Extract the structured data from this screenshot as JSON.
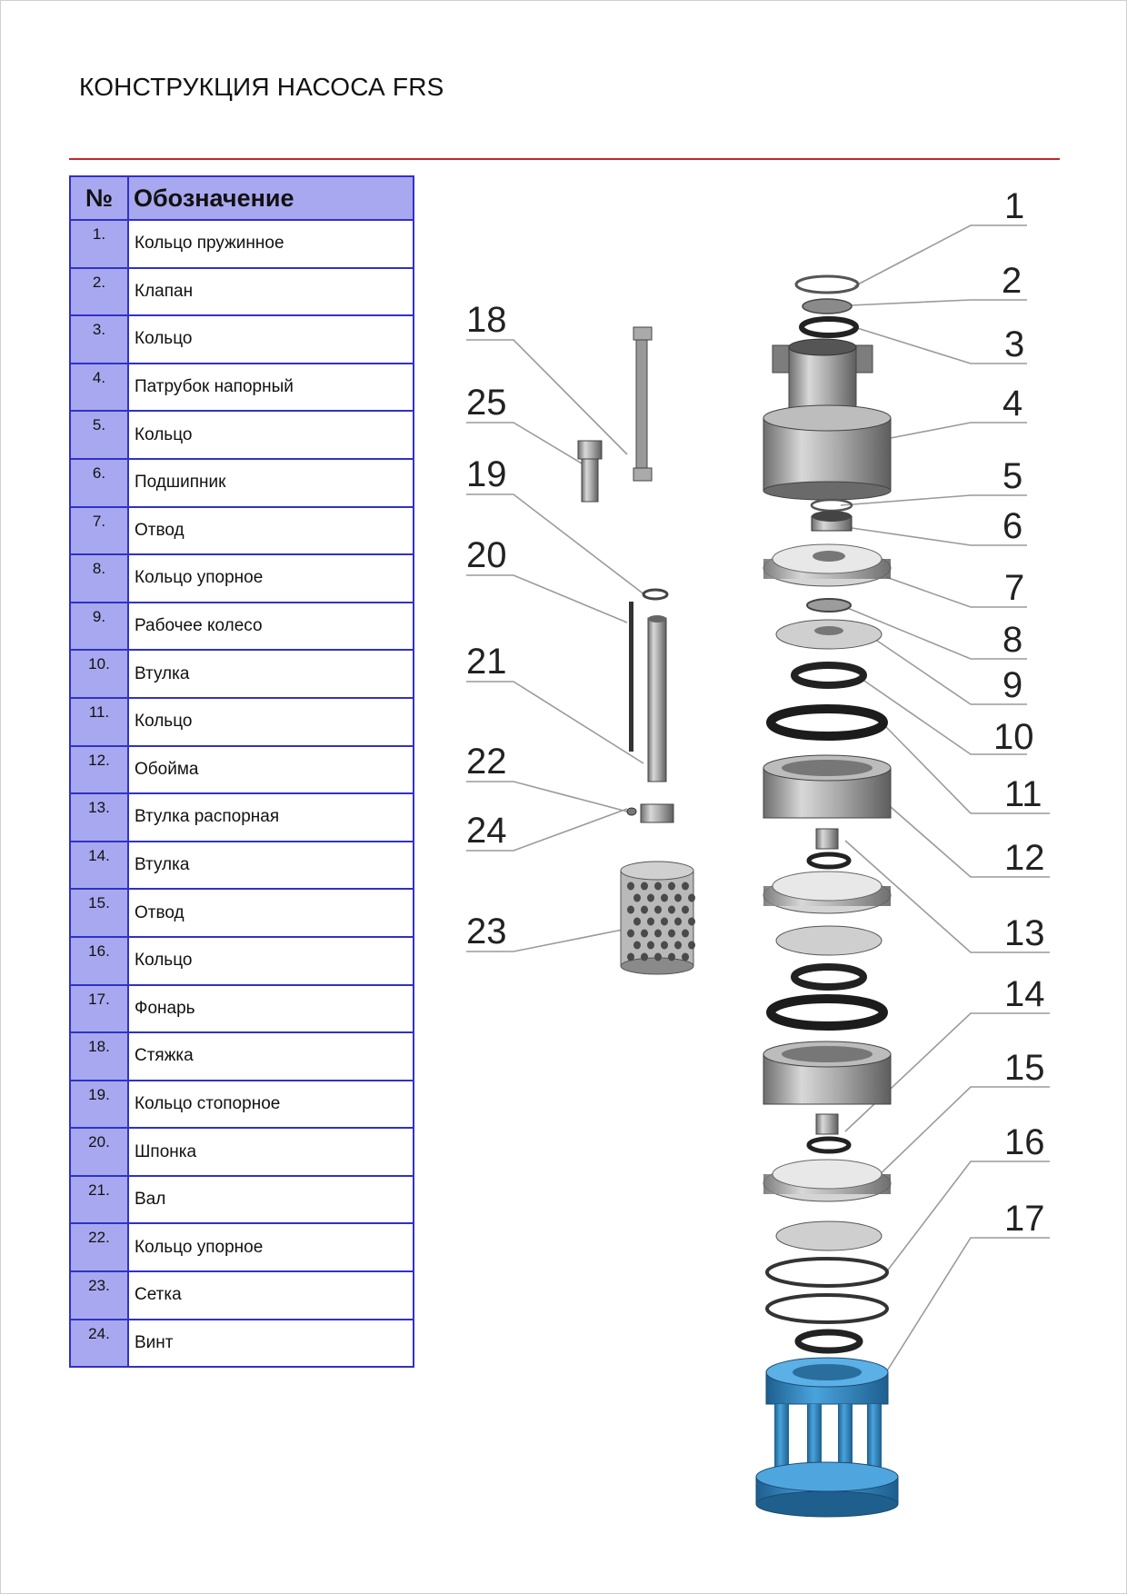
{
  "page": {
    "title": "КОНСТРУКЦИЯ НАСОСА FRS"
  },
  "table": {
    "headers": {
      "num": "№",
      "name": "Обозначение"
    },
    "rows": [
      {
        "num": "1.",
        "name": "Кольцо пружинное"
      },
      {
        "num": "2.",
        "name": "Клапан"
      },
      {
        "num": "3.",
        "name": "Кольцо"
      },
      {
        "num": "4.",
        "name": "Патрубок напорный"
      },
      {
        "num": "5.",
        "name": "Кольцо"
      },
      {
        "num": "6.",
        "name": "Подшипник"
      },
      {
        "num": "7.",
        "name": "Отвод"
      },
      {
        "num": "8.",
        "name": "Кольцо упорное"
      },
      {
        "num": "9.",
        "name": "Рабочее колесо"
      },
      {
        "num": "10.",
        "name": "Втулка"
      },
      {
        "num": "11.",
        "name": "Кольцо"
      },
      {
        "num": "12.",
        "name": "Обойма"
      },
      {
        "num": "13.",
        "name": "Втулка распорная"
      },
      {
        "num": "14.",
        "name": "Втулка"
      },
      {
        "num": "15.",
        "name": "Отвод"
      },
      {
        "num": "16.",
        "name": "Кольцо"
      },
      {
        "num": "17.",
        "name": "Фонарь"
      },
      {
        "num": "18.",
        "name": "Стяжка"
      },
      {
        "num": "19.",
        "name": "Кольцо стопорное"
      },
      {
        "num": "20.",
        "name": "Шпонка"
      },
      {
        "num": "21.",
        "name": "Вал"
      },
      {
        "num": "22.",
        "name": "Кольцо упорное"
      },
      {
        "num": "23.",
        "name": "Сетка"
      },
      {
        "num": "24.",
        "name": "Винт"
      }
    ]
  },
  "callouts": {
    "c1": "1",
    "c2": "2",
    "c3": "3",
    "c4": "4",
    "c5": "5",
    "c6": "6",
    "c7": "7",
    "c8": "8",
    "c9": "9",
    "c10": "10",
    "c11": "11",
    "c12": "12",
    "c13": "13",
    "c14": "14",
    "c15": "15",
    "c16": "16",
    "c17": "17",
    "c18": "18",
    "c19": "19",
    "c20": "20",
    "c21": "21",
    "c22": "22",
    "c23": "23",
    "c24": "24",
    "c25": "25"
  },
  "colors": {
    "accent_rule": "#c1272d",
    "table_border": "#3131c8",
    "table_fill": "#a8a8f0",
    "lantern_blue": "#2f7fb8"
  }
}
